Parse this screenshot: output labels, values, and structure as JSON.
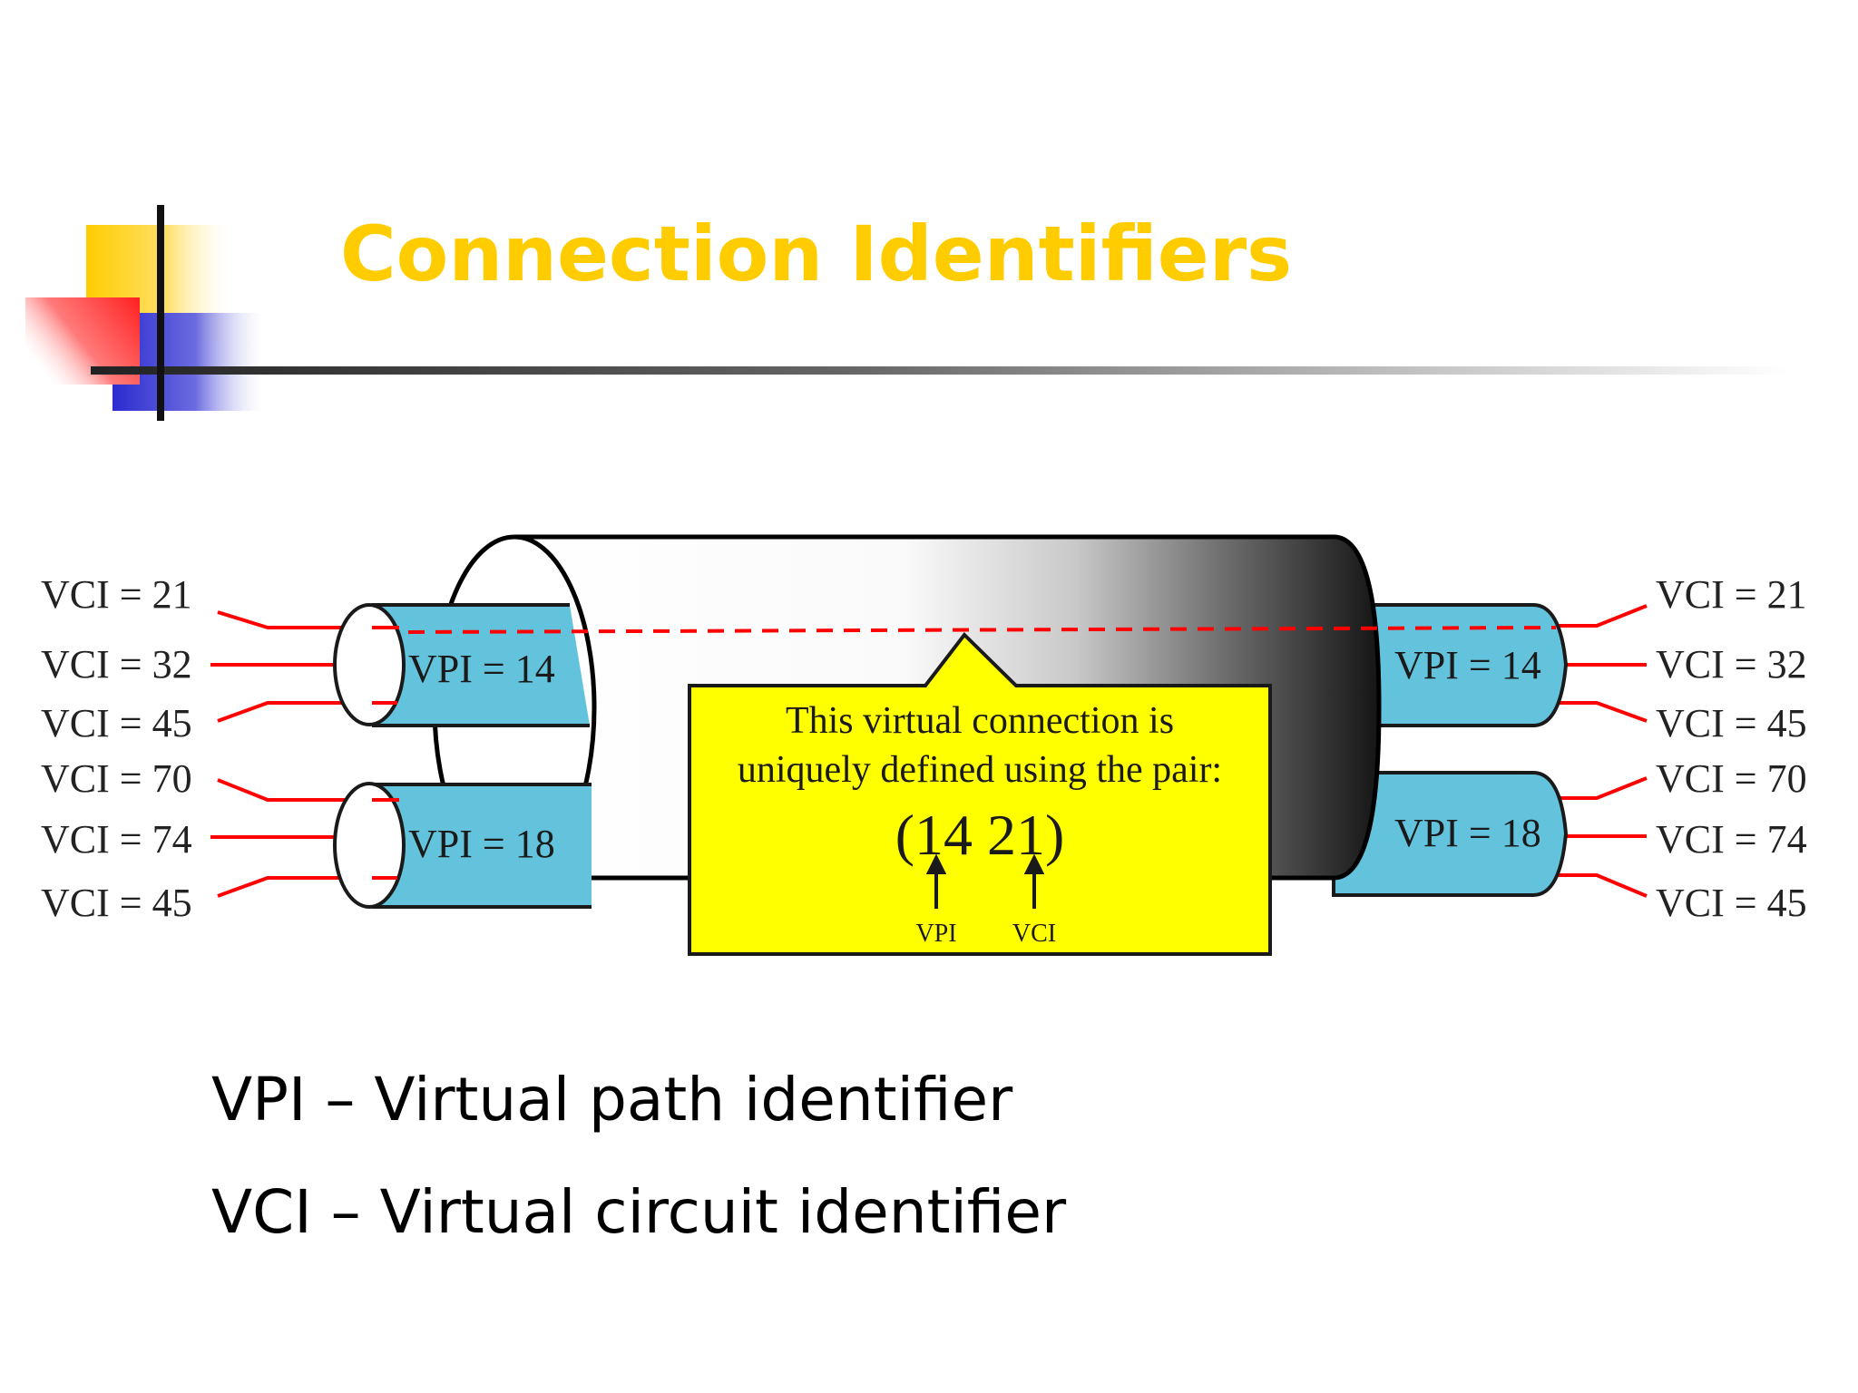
{
  "slide": {
    "title": "Connection Identifiers",
    "colors": {
      "title": "#FFCC00",
      "yellow_square": "#FFCC00",
      "red_square": "#FF3333",
      "blue_square": "#3333CC"
    }
  },
  "diagram": {
    "left_vcis": [
      "VCI = 21",
      "VCI = 32",
      "VCI = 45",
      "VCI = 70",
      "VCI = 74",
      "VCI = 45"
    ],
    "right_vcis": [
      "VCI = 21",
      "VCI = 32",
      "VCI = 45",
      "VCI = 70",
      "VCI = 74",
      "VCI = 45"
    ],
    "paths": [
      {
        "left_label": "VPI = 14",
        "right_label": "VPI = 14"
      },
      {
        "left_label": "VPI = 18",
        "right_label": "VPI = 18"
      }
    ],
    "callout": {
      "line1": "This virtual  connection is",
      "line2": "uniquely defined using the pair:",
      "pair": "(14  21)",
      "vpi_label": "VPI",
      "vci_label": "VCI"
    },
    "colors": {
      "path_tube": "#63C3DC",
      "callout_fill": "#FFFF00",
      "wire": "#FF0000"
    }
  },
  "legend": {
    "vpi": "VPI – Virtual path identifier",
    "vci": "VCI – Virtual circuit identifier"
  }
}
